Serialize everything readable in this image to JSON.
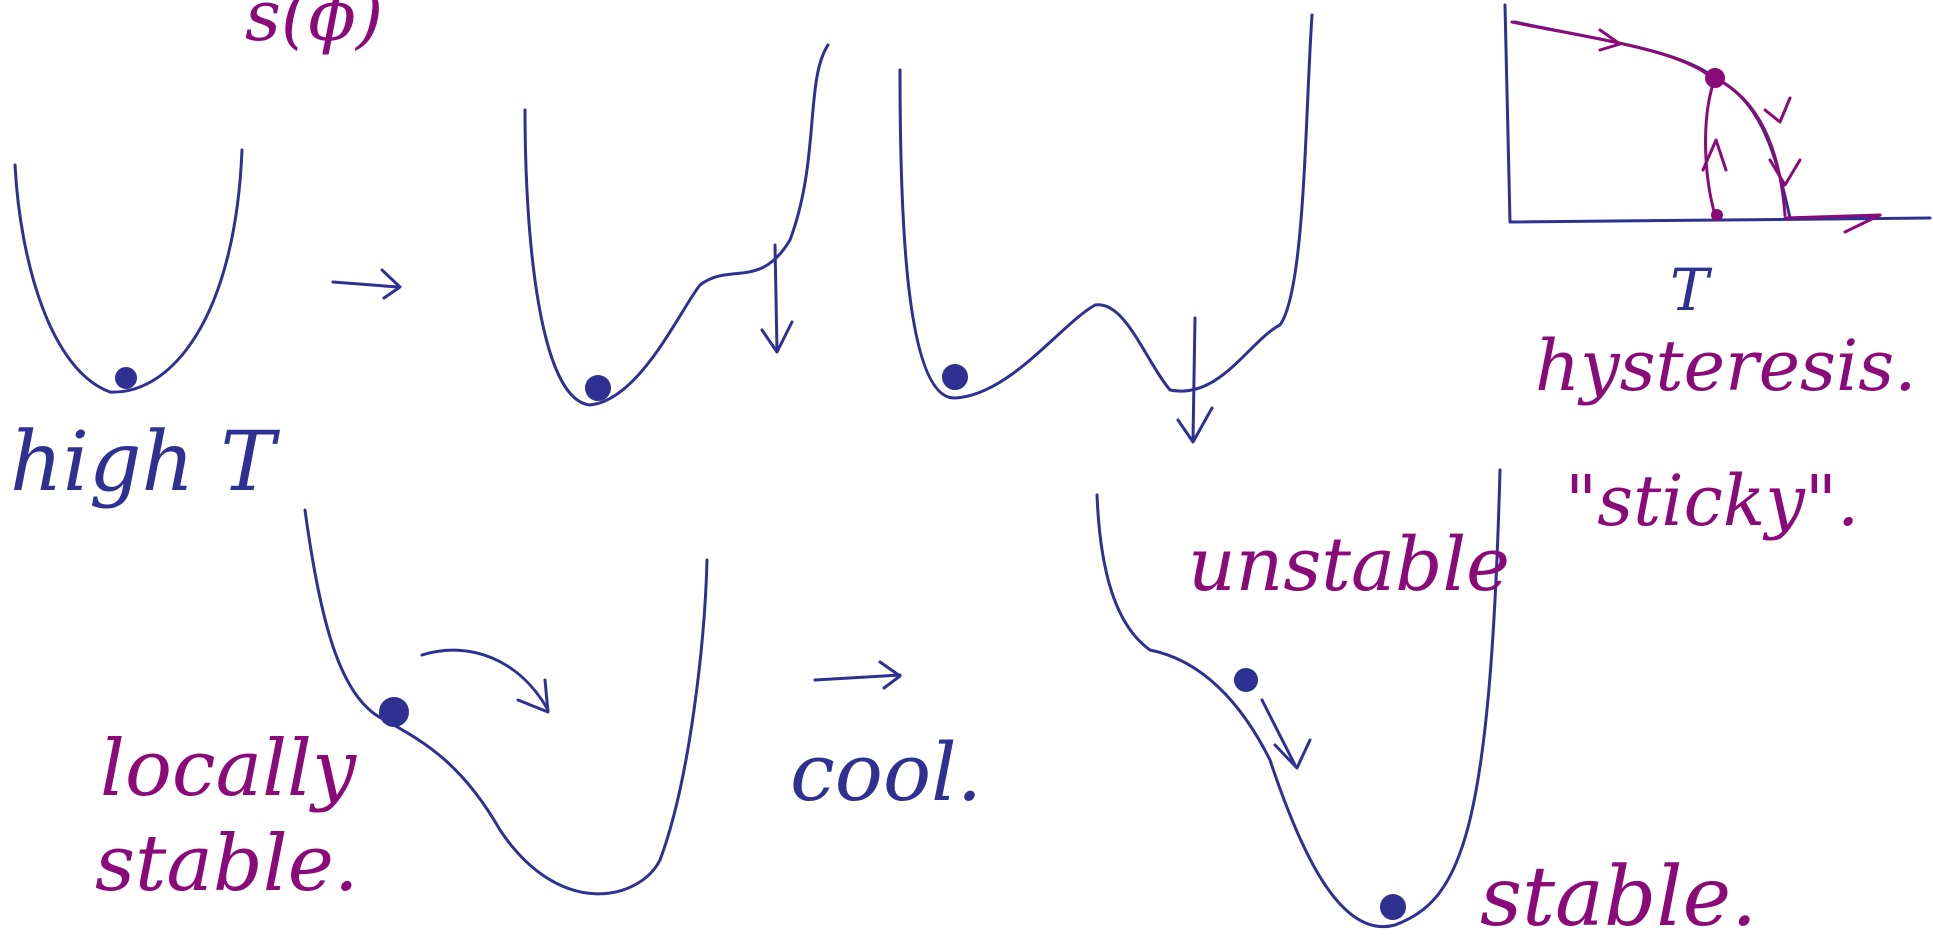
{
  "title_fragment": "s(ϕ)",
  "labels": {
    "high_t": "high T",
    "hysteresis": "hysteresis.",
    "sticky": "\"sticky\".",
    "axis_t": "T",
    "unstable": "unstable",
    "locally_stable": "locally",
    "locally_stable_2": "stable.",
    "cool": "cool.",
    "stable": "stable."
  },
  "colors": {
    "blue_ink": "#2e3192",
    "purple_ink": "#8b0a7a",
    "background": "#ffffff"
  }
}
